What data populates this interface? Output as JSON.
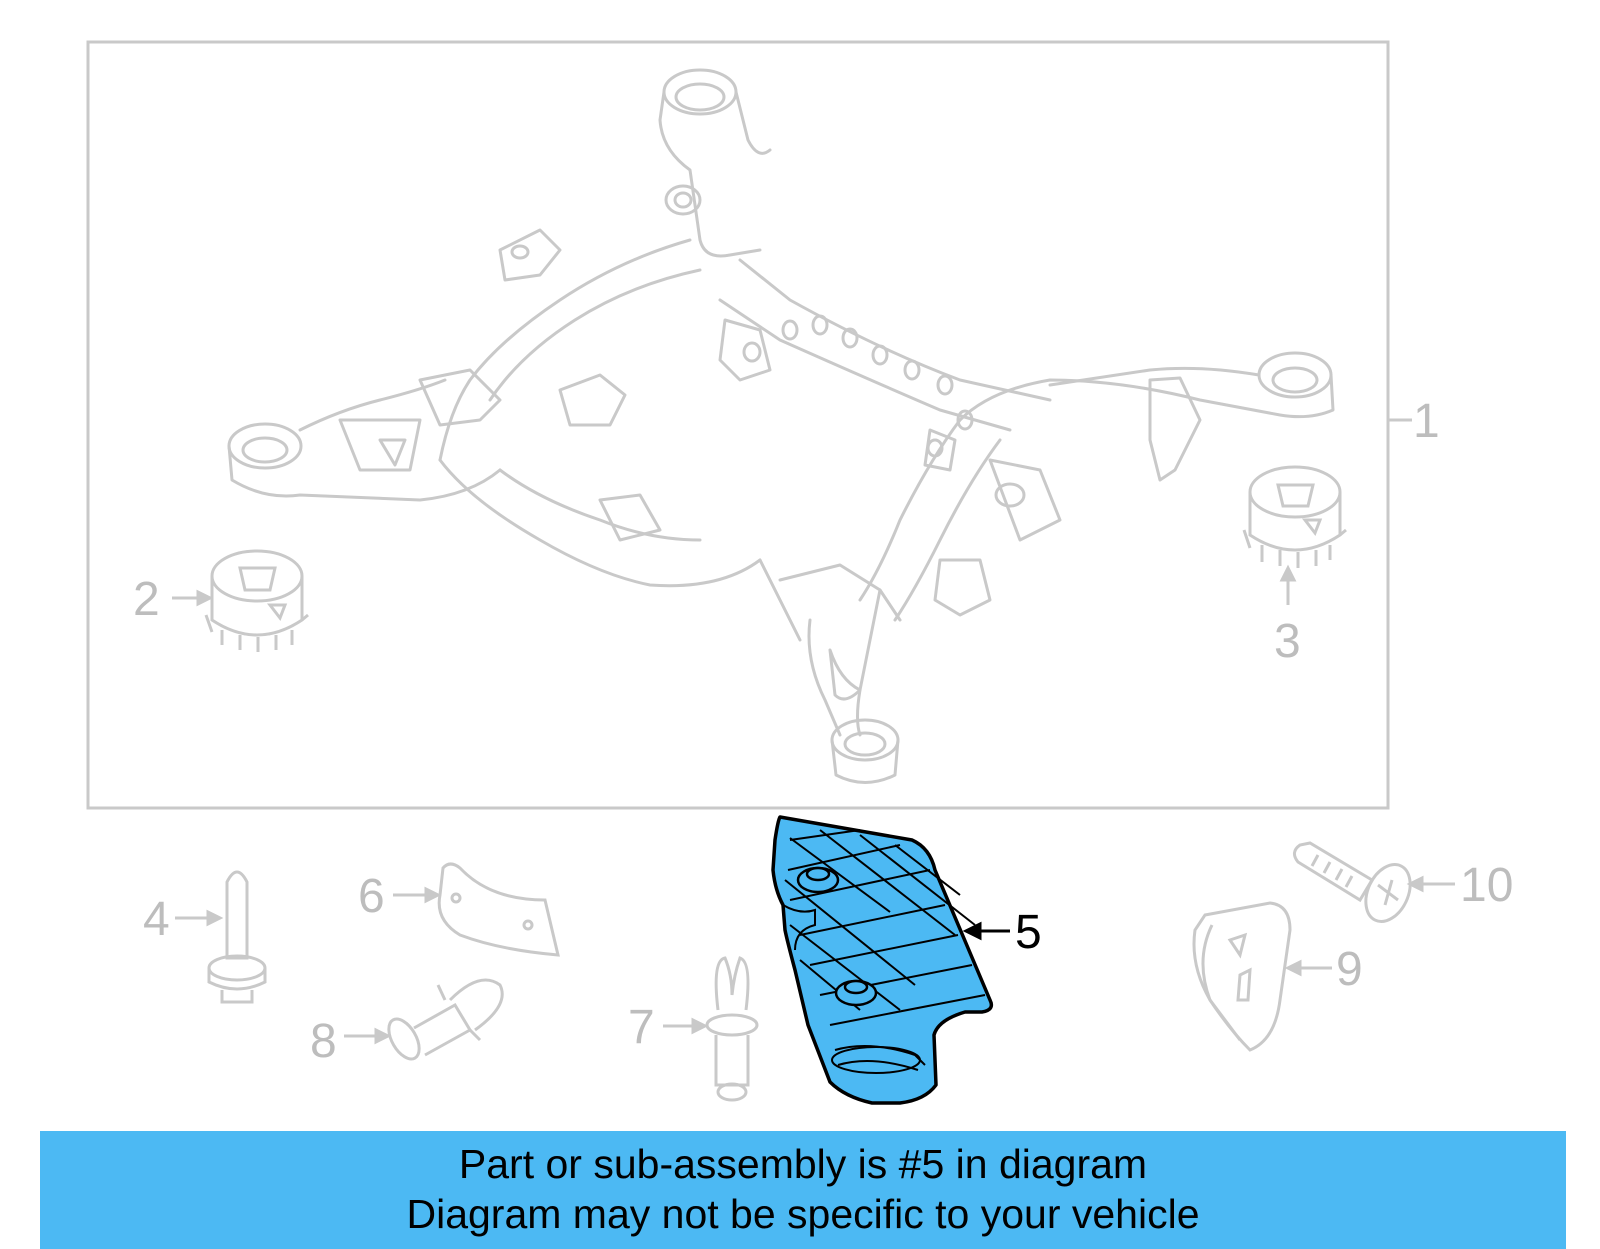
{
  "colors": {
    "faded_line": "#c9c9c9",
    "faded_label": "#bdbdbd",
    "highlight_fill": "#4cb9f3",
    "highlight_stroke": "#000000",
    "banner_bg": "#4cb9f3"
  },
  "callouts": [
    {
      "id": "1",
      "label": "1"
    },
    {
      "id": "2",
      "label": "2"
    },
    {
      "id": "3",
      "label": "3"
    },
    {
      "id": "4",
      "label": "4"
    },
    {
      "id": "5",
      "label": "5"
    },
    {
      "id": "6",
      "label": "6"
    },
    {
      "id": "7",
      "label": "7"
    },
    {
      "id": "8",
      "label": "8"
    },
    {
      "id": "9",
      "label": "9"
    },
    {
      "id": "10",
      "label": "10"
    }
  ],
  "highlighted_part": "5",
  "banner": {
    "line1": "Part or sub-assembly is #5 in diagram",
    "line2": "Diagram may not be specific to your vehicle"
  }
}
